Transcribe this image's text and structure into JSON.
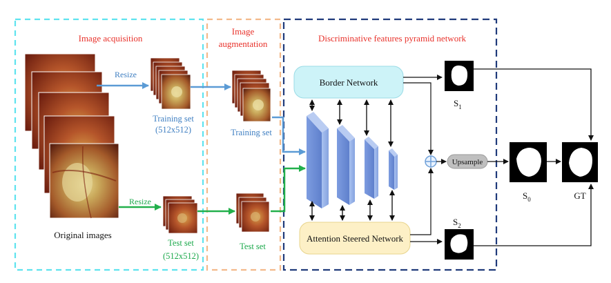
{
  "sections": {
    "acquisition": "Image acquisition",
    "augmentation_line1": "Image",
    "augmentation_line2": "augmentation",
    "network": "Discriminative features pyramid network"
  },
  "labels": {
    "resize_top": "Resize",
    "resize_bottom": "Resize",
    "training_set_1": "Training set",
    "training_size": "(512x512)",
    "test_set_1": "Test set",
    "test_size": "(512x512)",
    "original_images": "Original images",
    "training_set_2": "Training set",
    "test_set_2": "Test set",
    "border_network": "Border Network",
    "attention_network": "Attention Steered Network",
    "upsample": "Upsample",
    "s1": "S",
    "s1_sub": "1",
    "s2": "S",
    "s2_sub": "2",
    "s0": "S",
    "s0_sub": "0",
    "gt": "GT"
  },
  "colors": {
    "cyan_dash": "#5ee3ee",
    "orange_dash": "#f3b98a",
    "navy_dash": "#1f3a7a",
    "red_title": "#e8312a",
    "blue_text": "#3f7fc2",
    "green_text": "#1aa84a",
    "blue_arrow": "#5b9bd5",
    "green_arrow": "#22b04b",
    "border_fill": "#cdf3f8",
    "attention_fill": "#fdf0c6",
    "pyramid": "#6f8fd8",
    "upsample_fill": "#bfbfbf"
  }
}
